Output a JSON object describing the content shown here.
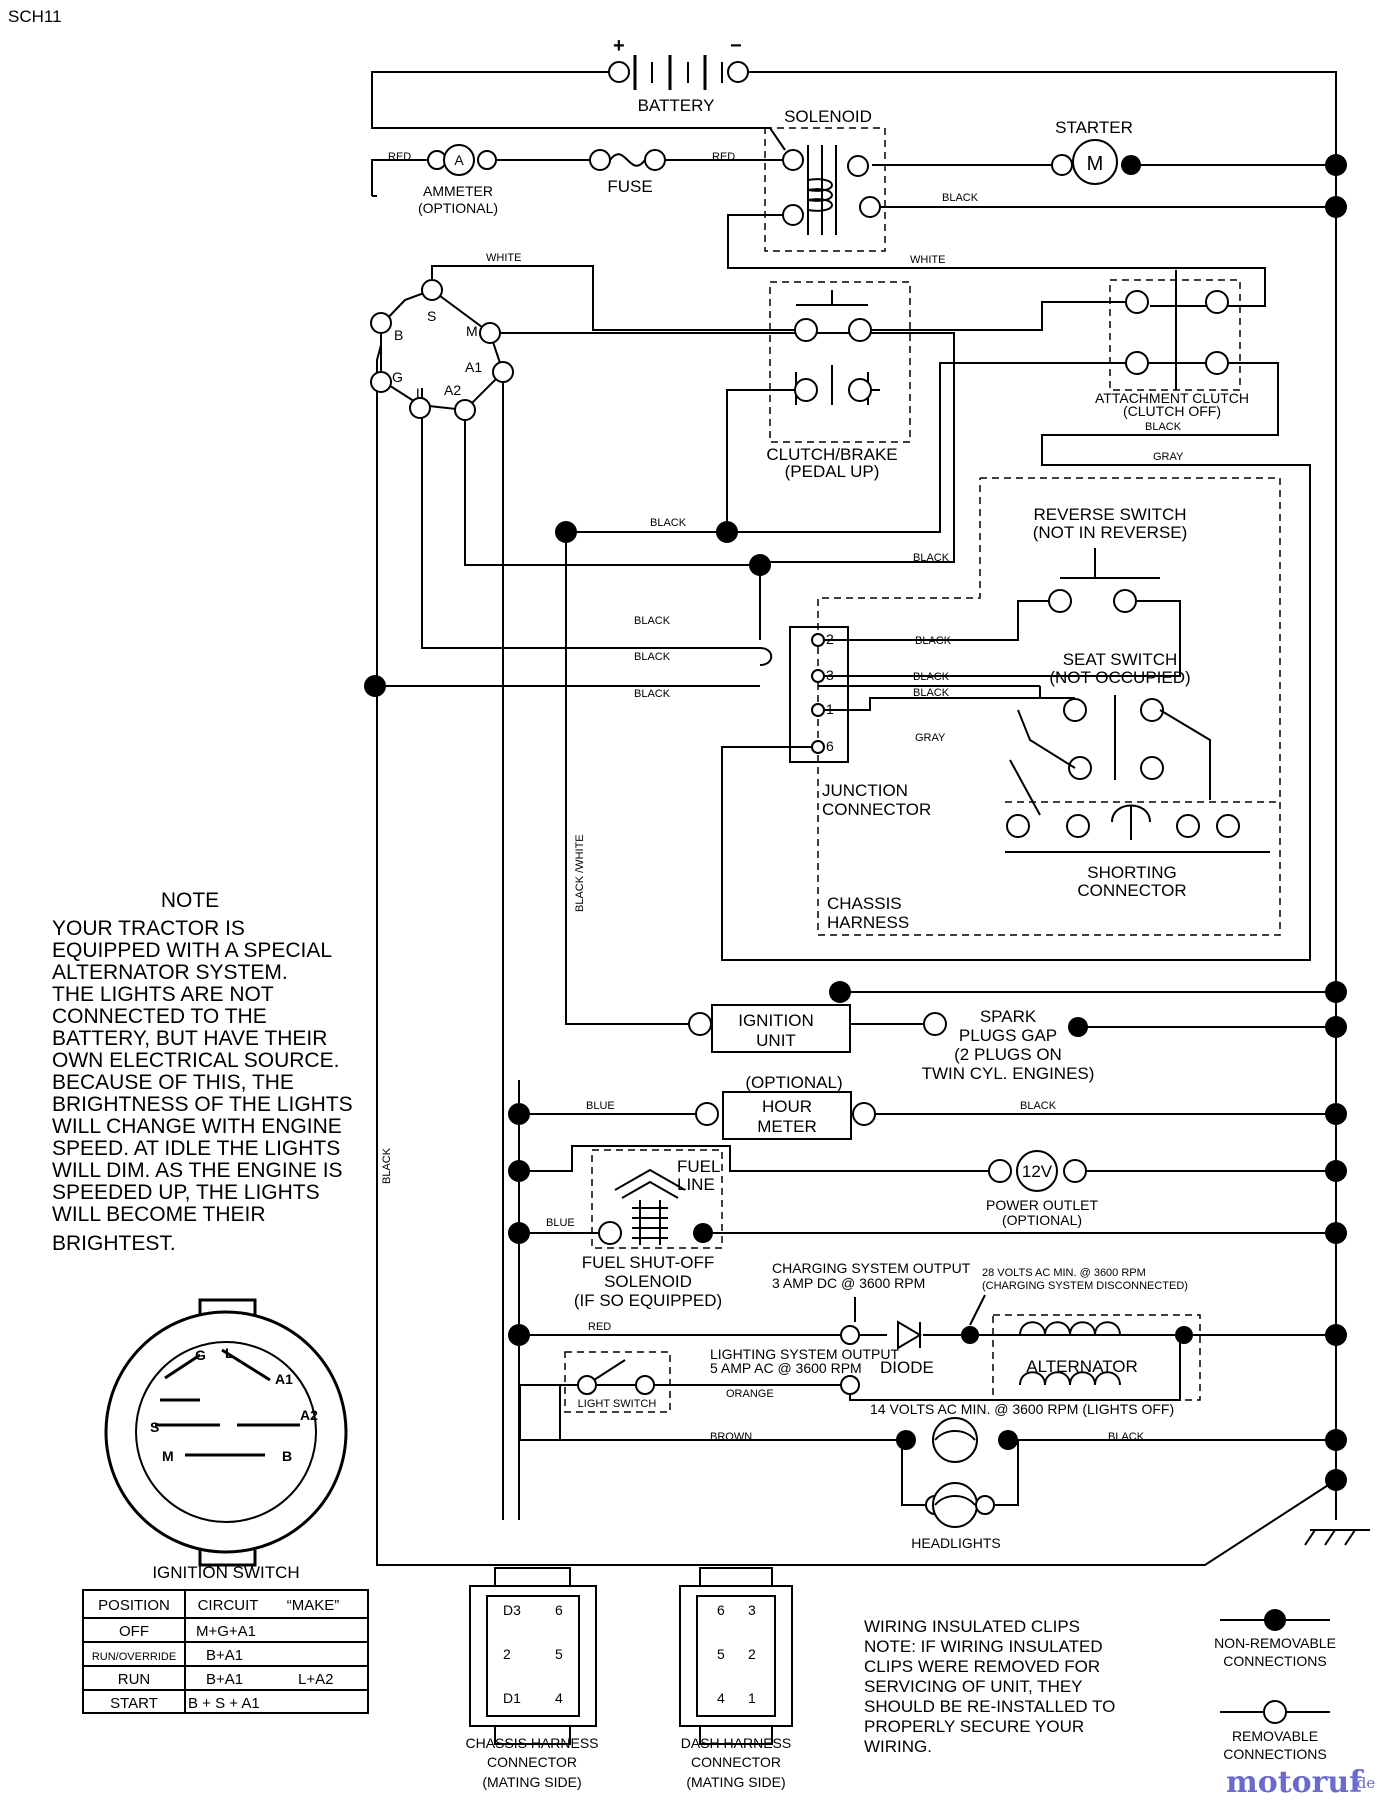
{
  "page_id": "SCH11",
  "components": {
    "battery": "BATTERY",
    "battery_plus": "+",
    "battery_minus": "−",
    "solenoid": "SOLENOID",
    "starter": "STARTER",
    "starter_symbol": "M",
    "ammeter": [
      "AMMETER",
      "(OPTIONAL)"
    ],
    "ammeter_symbol": "A",
    "fuse": "FUSE",
    "clutch_brake": [
      "CLUTCH/BRAKE",
      "(PEDAL UP)"
    ],
    "attachment_clutch": [
      "ATTACHMENT CLUTCH",
      "(CLUTCH OFF)"
    ],
    "reverse_switch": [
      "REVERSE SWITCH",
      "(NOT IN REVERSE)"
    ],
    "seat_switch": [
      "SEAT SWITCH",
      "(NOT OCCUPIED)"
    ],
    "junction_connector": [
      "JUNCTION",
      "CONNECTOR"
    ],
    "shorting_connector": [
      "SHORTING",
      "CONNECTOR"
    ],
    "chassis_harness": [
      "CHASSIS",
      "HARNESS"
    ],
    "ignition_unit": [
      "IGNITION",
      "UNIT"
    ],
    "spark_plugs": [
      "SPARK",
      "PLUGS GAP",
      "(2 PLUGS ON",
      "TWIN CYL. ENGINES)"
    ],
    "hour_meter": [
      "(OPTIONAL)",
      "HOUR",
      "METER"
    ],
    "fuel_line": [
      "FUEL",
      "LINE"
    ],
    "fuel_solenoid": [
      "FUEL SHUT-OFF",
      "SOLENOID",
      "(IF SO EQUIPPED)"
    ],
    "power_outlet": [
      "POWER OUTLET",
      "(OPTIONAL)"
    ],
    "power_outlet_symbol": "12V",
    "charging_output": [
      "CHARGING SYSTEM OUTPUT",
      "3 AMP DC @ 3600 RPM"
    ],
    "volts_28": [
      "28 VOLTS AC MIN. @ 3600 RPM",
      "(CHARGING SYSTEM DISCONNECTED)"
    ],
    "lighting_output": [
      "LIGHTING SYSTEM OUTPUT",
      "5 AMP AC @ 3600 RPM"
    ],
    "diode": "DIODE",
    "alternator": "ALTERNATOR",
    "light_switch": "LIGHT SWITCH",
    "volts_14": "14 VOLTS AC MIN. @ 3600 RPM (LIGHTS OFF)",
    "headlights": "HEADLIGHTS"
  },
  "switch_terminals": [
    "S",
    "B",
    "M",
    "G",
    "A1",
    "L",
    "A2"
  ],
  "junction_pins": [
    "2",
    "3",
    "1",
    "6"
  ],
  "wire_colors": {
    "red": "RED",
    "black": "BLACK",
    "white": "WHITE",
    "gray": "GRAY",
    "blue": "BLUE",
    "orange": "ORANGE",
    "brown": "BROWN",
    "black_white": "BLACK /WHITE"
  },
  "note": {
    "title": "NOTE",
    "lines": [
      "YOUR TRACTOR IS",
      "EQUIPPED WITH A SPECIAL",
      "ALTERNATOR SYSTEM.",
      "THE LIGHTS ARE NOT",
      "CONNECTED TO THE",
      "BATTERY, BUT HAVE THEIR",
      "OWN ELECTRICAL SOURCE.",
      "BECAUSE OF THIS, THE",
      "BRIGHTNESS OF THE LIGHTS",
      "WILL CHANGE WITH ENGINE",
      "SPEED.  AT IDLE THE LIGHTS",
      "WILL DIM.  AS THE ENGINE IS",
      "SPEEDED UP, THE LIGHTS",
      "WILL BECOME THEIR",
      "BRIGHTEST."
    ]
  },
  "ignition_switch": {
    "title": "IGNITION SWITCH",
    "face_labels": [
      "G",
      "L",
      "A1",
      "S",
      "A2",
      "M",
      "B"
    ],
    "headers": [
      "POSITION",
      "CIRCUIT",
      "“MAKE”"
    ],
    "rows": [
      {
        "position": "OFF",
        "circuit": "M+G+A1",
        "make": ""
      },
      {
        "position": "RUN/OVERRIDE",
        "circuit": "B+A1",
        "make": ""
      },
      {
        "position": "RUN",
        "circuit": "B+A1",
        "make": "L+A2"
      },
      {
        "position": "START",
        "circuit": "B + S + A1",
        "make": ""
      }
    ]
  },
  "chassis_connector": {
    "label": [
      "CHASSIS HARNESS",
      "CONNECTOR",
      "(MATING SIDE)"
    ],
    "pins": [
      "D3",
      "6",
      "2",
      "5",
      "D1",
      "4"
    ]
  },
  "dash_connector": {
    "label": [
      "DASH HARNESS",
      "CONNECTOR",
      "(MATING SIDE)"
    ],
    "pins": [
      "6",
      "3",
      "5",
      "2",
      "4",
      "1"
    ]
  },
  "clips_note": [
    "WIRING INSULATED CLIPS",
    "NOTE: IF WIRING INSULATED",
    "CLIPS WERE REMOVED FOR",
    "SERVICING OF UNIT, THEY",
    "SHOULD BE RE-INSTALLED TO",
    "PROPERLY SECURE YOUR",
    "WIRING."
  ],
  "legend": {
    "non_removable": [
      "NON-REMOVABLE",
      "CONNECTIONS"
    ],
    "removable": [
      "REMOVABLE",
      "CONNECTIONS"
    ]
  },
  "watermark": {
    "name": "motoruf",
    "suffix": ".de"
  }
}
